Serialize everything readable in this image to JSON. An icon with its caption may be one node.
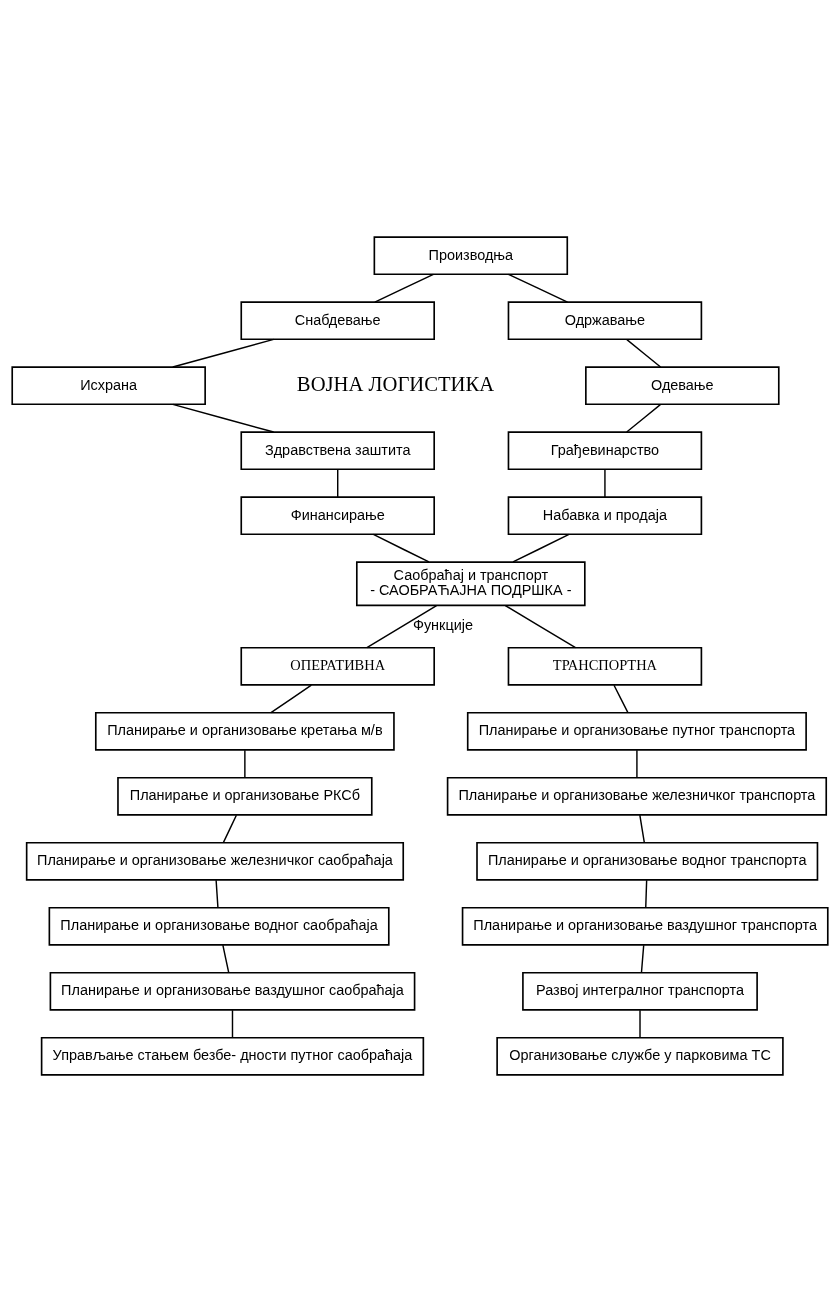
{
  "diagram": {
    "nodes": [
      {
        "text": [
          "Производња"
        ]
      },
      {
        "text": [
          "Снабдевање"
        ]
      },
      {
        "text": [
          "Одржавање"
        ]
      },
      {
        "text": [
          "Исхрана"
        ]
      },
      {
        "text": [
          "Одевање"
        ]
      },
      {
        "text": [
          "Здравствена заштита"
        ]
      },
      {
        "text": [
          "Грађевинарство"
        ]
      },
      {
        "text": [
          "Финансирање"
        ]
      },
      {
        "text": [
          "Набавка и продаја"
        ]
      },
      {
        "text": [
          "Саобраћај и транспорт",
          "- САОБРАЋАЈНА ПОДРШКА -"
        ]
      },
      {
        "text": [
          "ОПЕРАТИВНА"
        ]
      },
      {
        "text": [
          "ТРАНСПОРТНА"
        ]
      },
      {
        "text": [
          "Планирање и организовање кретања м/в"
        ]
      },
      {
        "text": [
          "Планирање и организовање РКСб"
        ]
      },
      {
        "text": [
          "Планирање и организовање железничког саобраћаја"
        ]
      },
      {
        "text": [
          "Планирање и организовање водног саобраћаја"
        ]
      },
      {
        "text": [
          "Планирање и организовање ваздушног саобраћаја"
        ]
      },
      {
        "text": [
          "Управљање стањем безбе- дности путног саобраћаја"
        ]
      },
      {
        "text": [
          "Планирање и организовање путног транспорта"
        ]
      },
      {
        "text": [
          "Планирање и организовање железничког транспорта"
        ]
      },
      {
        "text": [
          "Планирање и организовање водног транспорта"
        ]
      },
      {
        "text": [
          "Планирање и организовање ваздушног транспорта"
        ]
      },
      {
        "text": [
          "Развој интегралног транспорта"
        ]
      },
      {
        "text": [
          "Организовање службе у парковима ТС"
        ]
      }
    ],
    "edges": [
      {
        "from": 0,
        "to": 2,
        "arrow": "none"
      },
      {
        "from": 2,
        "to": 4,
        "arrow": "none"
      },
      {
        "from": 4,
        "to": 6,
        "arrow": "none"
      },
      {
        "from": 6,
        "to": 8,
        "arrow": "none"
      },
      {
        "from": 8,
        "to": 9,
        "arrow": "none"
      },
      {
        "from": 9,
        "to": 7,
        "arrow": "none"
      },
      {
        "from": 7,
        "to": 5,
        "arrow": "none"
      },
      {
        "from": 5,
        "to": 3,
        "arrow": "none"
      },
      {
        "from": 3,
        "to": 1,
        "arrow": "none"
      },
      {
        "from": 1,
        "to": 0,
        "arrow": "none"
      },
      {
        "from": 9,
        "to": 10,
        "arrow": "none",
        "label": "Функције"
      },
      {
        "from": 9,
        "to": 11,
        "arrow": "none"
      },
      {
        "from": 10,
        "to": 12,
        "arrow": "none"
      },
      {
        "from": 12,
        "to": 13,
        "arrow": "none"
      },
      {
        "from": 13,
        "to": 14,
        "arrow": "none"
      },
      {
        "from": 14,
        "to": 15,
        "arrow": "none"
      },
      {
        "from": 15,
        "to": 16,
        "arrow": "none"
      },
      {
        "from": 16,
        "to": 17,
        "arrow": "none"
      },
      {
        "from": 11,
        "to": 18,
        "arrow": "none"
      },
      {
        "from": 18,
        "to": 19,
        "arrow": "none"
      },
      {
        "from": 19,
        "to": 20,
        "arrow": "none"
      },
      {
        "from": 20,
        "to": 21,
        "arrow": "none"
      },
      {
        "from": 21,
        "to": 22,
        "arrow": "none"
      },
      {
        "from": 22,
        "to": 23,
        "arrow": "none"
      }
    ],
    "labels": [
      "ВОЈНА ЛОГИСТИКА"
    ]
  }
}
